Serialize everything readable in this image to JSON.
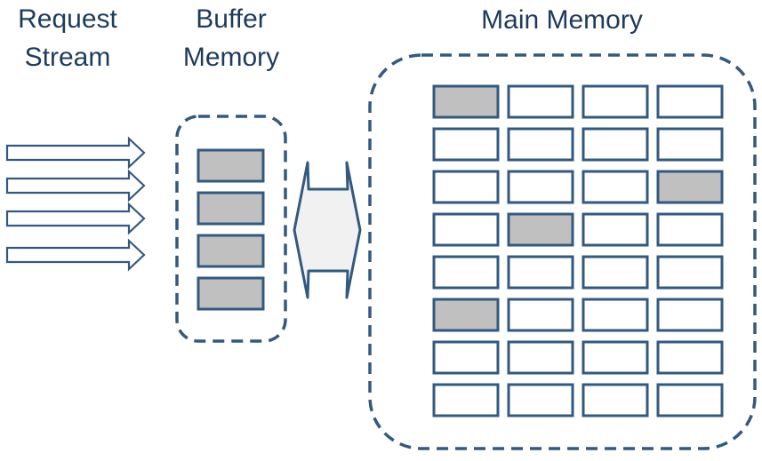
{
  "labels": {
    "request_stream": [
      "Request",
      "Stream"
    ],
    "buffer_memory": [
      "Buffer",
      "Memory"
    ],
    "main_memory": "Main Memory"
  },
  "colors": {
    "stroke": "#34597f",
    "filled_cell": "#c0c0c0",
    "empty_cell": "#ffffff",
    "connector_fill": "#f1f1f1",
    "text": "#1f3b5c"
  },
  "request_stream": {
    "arrow_count": 4
  },
  "buffer": {
    "slot_count": 4,
    "occupied_slots": [
      0,
      1,
      2,
      3
    ]
  },
  "main_memory": {
    "rows": 8,
    "cols": 4,
    "occupied_cells": [
      [
        0,
        0
      ],
      [
        2,
        3
      ],
      [
        3,
        1
      ],
      [
        5,
        0
      ]
    ]
  }
}
